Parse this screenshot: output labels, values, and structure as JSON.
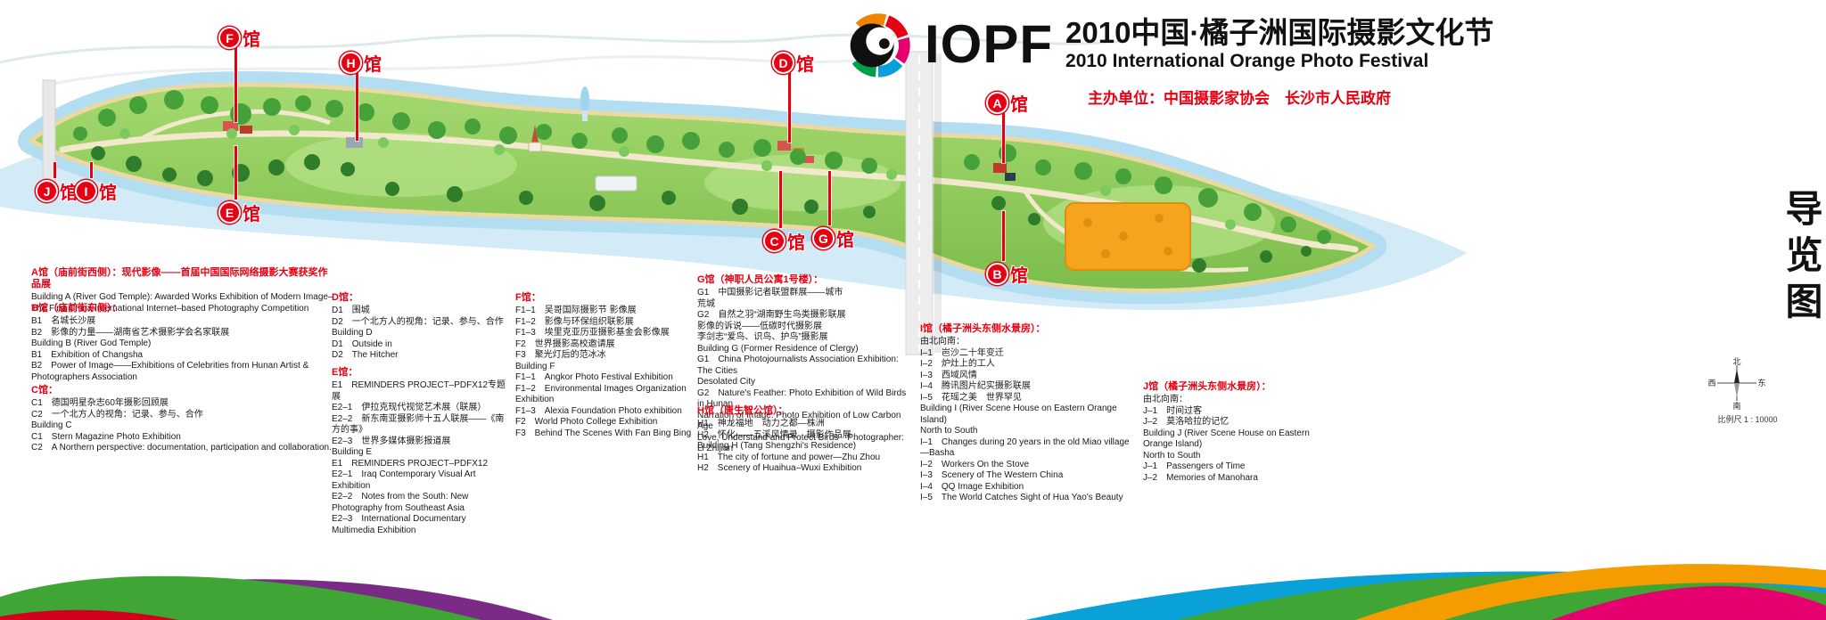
{
  "header": {
    "logo_text": "IOPF",
    "title_cn": "2010中国·橘子洲国际摄影文化节",
    "title_en": "2010 International Orange Photo Festival",
    "organizer": "主办单位：中国摄影家协会　长沙市人民政府"
  },
  "side": {
    "guide_title": "导览图",
    "compass": {
      "n": "北",
      "s": "南",
      "e": "东",
      "w": "西"
    },
    "scale": "比例尺 1 : 10000"
  },
  "colors": {
    "accent_red": "#e60012",
    "water_blue": "#d2ebf6",
    "island_green": "#8fca5a",
    "orange_field": "#f6a41d",
    "ribbon_green": "#3fa535",
    "ribbon_purple": "#7a2b85",
    "ribbon_orange": "#f59c00",
    "ribbon_magenta": "#e5006d",
    "ribbon_blue": "#0aa0d8"
  },
  "markers": [
    {
      "letter": "F",
      "suffix": "馆"
    },
    {
      "letter": "H",
      "suffix": "馆"
    },
    {
      "letter": "D",
      "suffix": "馆"
    },
    {
      "letter": "A",
      "suffix": "馆"
    },
    {
      "letter": "E",
      "suffix": "馆"
    },
    {
      "letter": "J",
      "suffix": "馆"
    },
    {
      "letter": "I",
      "suffix": "馆"
    },
    {
      "letter": "C",
      "suffix": "馆"
    },
    {
      "letter": "G",
      "suffix": "馆"
    },
    {
      "letter": "B",
      "suffix": "馆"
    }
  ],
  "legend": {
    "A": {
      "title": "A馆（庙前街西侧）：现代影像——首届中国国际网络摄影大赛获奖作品展",
      "lines": [
        "Building A (River God Temple): Awarded Works Exhibition of Modern Image–The First China International Internet–based Photography Competition"
      ]
    },
    "B": {
      "title": "B馆（庙前街东侧）：",
      "lines": [
        "B1　名城长沙展",
        "B2　影像的力量——湖南省艺术摄影学会名家联展",
        "Building B (River God Temple)",
        "B1　Exhibition of Changsha",
        "B2　Power of Image——Exhibitions of Celebrities from Hunan Artist & Photographers Association"
      ]
    },
    "C": {
      "title": "C馆：",
      "lines": [
        "C1　德国明星杂志60年摄影回顾展",
        "C2　一个北方人的视角：记录、参与、合作",
        "Building C",
        "C1　Stern Magazine Photo Exhibition",
        "C2　A Northern perspective: documentation, participation and collaboration."
      ]
    },
    "D": {
      "title": "D馆：",
      "lines": [
        "D1　围城",
        "D2　一个北方人的视角：记录、参与、合作",
        "Building D",
        "D1　Outside in",
        "D2　The Hitcher"
      ]
    },
    "E": {
      "title": "E馆：",
      "lines": [
        "E1　REMINDERS PROJECT–PDFX12专题展",
        "E2–1　伊拉克现代视觉艺术展（联展）",
        "E2–2　新东南亚摄影师十五人联展——《南方的事》",
        "E2–3　世界多媒体摄影报道展",
        "Building E",
        "E1　REMINDERS PROJECT–PDFX12",
        "E2–1　Iraq Contemporary Visual Art Exhibition",
        "E2–2　Notes from the South: New Photography from Southeast Asia",
        "E2–3　International Documentary Multimedia Exhibition"
      ]
    },
    "F": {
      "title": "F馆：",
      "lines": [
        "F1–1　吴哥国际摄影节 影像展",
        "F1–2　影像与环保组织联影展",
        "F1–3　埃里克亚历亚摄影基金会影像展",
        "F2　世界摄影高校邀请展",
        "F3　聚光灯后的范冰冰",
        "Building F",
        "F1–1　Angkor Photo Festival Exhibition",
        "F1–2　Environmental Images Organization Exhibition",
        "F1–3　Alexia Foundation Photo exhibition",
        "F2　World Photo College Exhibition",
        "F3　Behind The Scenes With Fan Bing Bing"
      ]
    },
    "G": {
      "title": "G馆（神职人员公寓1号楼）：",
      "lines": [
        "G1　中国摄影记者联盟群展——城市",
        "荒城",
        "G2　自然之羽“湖南野生鸟类摄影联展",
        "影像的诉说——低碳时代摄影展",
        "李剑志“爱鸟、识鸟、护鸟”摄影展",
        "Building G (Former Residence of Clergy)",
        "G1　China Photojournalists Association Exhibition: The Cities",
        "Desolated City",
        "G2　Nature's Feather: Photo Exhibition of Wild Birds in Hunan",
        "Narration of Image: Photo Exhibition of Low Carbon Age",
        "Love, Understand and Protect Birds　Photographer: Li Zhijian"
      ]
    },
    "H": {
      "title": "H馆（唐生智公馆）：",
      "lines": [
        "H1　神龙福地　动力之都—株洲",
        "H2　怀化——五溪风情录　摄影作品展",
        "Building H (Tang Shengzhi's Residence)",
        "H1　The city of fortune and power—Zhu Zhou",
        "H2　Scenery of Huaihua–Wuxi Exhibition"
      ]
    },
    "I": {
      "title": "I馆（橘子洲头东侧水景房）：",
      "lines": [
        "由北向南：",
        "I–1　岜沙二十年变迁",
        "I–2　炉灶上的工人",
        "I–3　西域风情",
        "I–4　腾讯图片纪实摄影联展",
        "I–5　花瑶之美　世界罕见",
        "Building I (River Scene House on Eastern Orange Island)",
        "North to South",
        "I–1　Changes during 20 years in the old Miao village—Basha",
        "I–2　Workers On the Stove",
        "I–3　Scenery of The Western China",
        "I–4　QQ Image Exhibition",
        "I–5　The World Catches Sight of Hua Yao's Beauty"
      ]
    },
    "J": {
      "title": "J馆（橘子洲头东侧水景房）：",
      "lines": [
        "由北向南：",
        "J–1　时间过客",
        "J–2　莫洛哈拉的记忆",
        "Building J (River Scene House on Eastern Orange Island)",
        "North to South",
        "J–1　Passengers of Time",
        "J–2　Memories of Manohara"
      ]
    }
  }
}
